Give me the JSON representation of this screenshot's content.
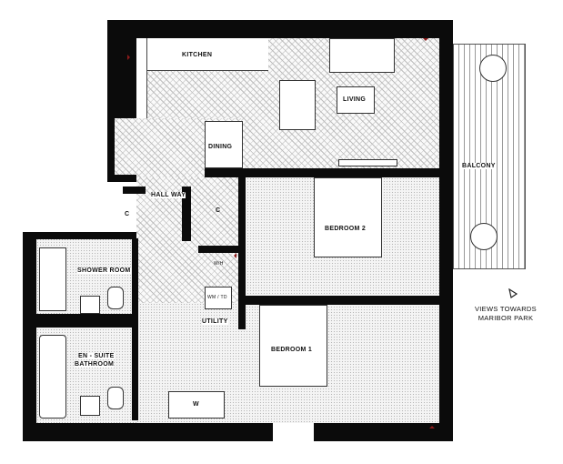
{
  "rooms": {
    "kitchen": "KITCHEN",
    "living": "LIVING",
    "dining": "DINING",
    "balcony": "BALCONY",
    "hallway": "HALL WAY",
    "cupboard_left": "C",
    "cupboard_right": "C",
    "bedroom2": "BEDROOM 2",
    "shower_room": "SHOWER ROOM",
    "water_heater": "W/H",
    "washer_dryer": "WM / TD",
    "utility": "UTILITY",
    "bedroom1": "BEDROOM 1",
    "ensuite_line1": "EN - SUITE",
    "ensuite_line2": "BATHROOM",
    "wardrobe": "W"
  },
  "annotation": {
    "line1": "VIEWS TOWARDS",
    "line2": "MARIBOR PARK",
    "icon": "view-direction-triangle-icon"
  },
  "colors": {
    "wall": "#0b0b0b",
    "door_marker": "#8b1a1a"
  }
}
